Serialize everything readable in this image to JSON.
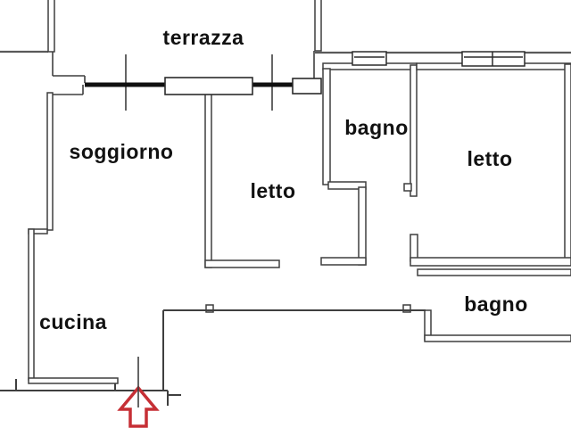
{
  "floorplan": {
    "type": "apartment-floor-plan",
    "rooms": [
      {
        "id": "terrazza",
        "label": "terrazza"
      },
      {
        "id": "soggiorno",
        "label": "soggiorno"
      },
      {
        "id": "letto-middle",
        "label": "letto"
      },
      {
        "id": "bagno-top",
        "label": "bagno"
      },
      {
        "id": "letto-right",
        "label": "letto"
      },
      {
        "id": "cucina",
        "label": "cucina"
      },
      {
        "id": "bagno-bottom",
        "label": "bagno"
      }
    ],
    "colors": {
      "wall": "#3f3f3f",
      "glazing": "#101010",
      "exterior_line": "#5a5a5a",
      "entrance_arrow": "#c62f35",
      "background": "#ffffff"
    },
    "symbols": {
      "entrance_arrow": "up-arrow-outline-marking-entrance-door"
    }
  }
}
